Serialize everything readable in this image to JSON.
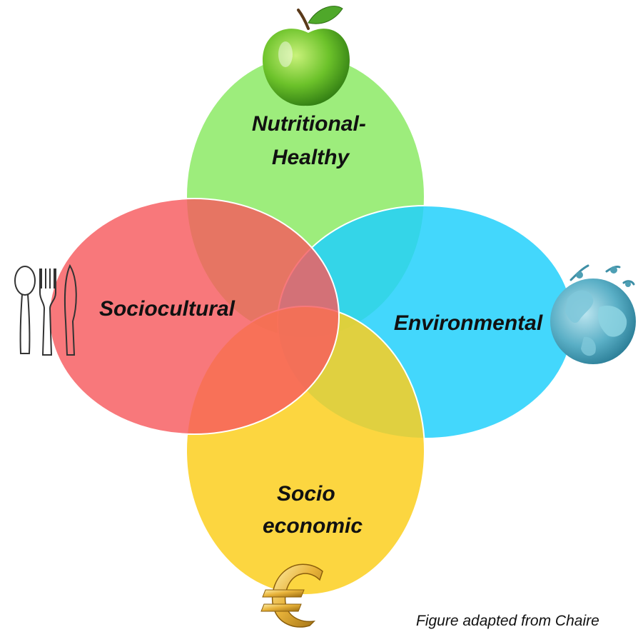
{
  "domains": {
    "nutritional": {
      "line1": "Nutritional-",
      "line2": "Healthy",
      "color": "#8FEA6A",
      "icon": "apple-icon"
    },
    "sociocultural": {
      "label": "Sociocultural",
      "color": "#F65A5E",
      "icon": "cutlery-icon"
    },
    "environmental": {
      "label": "Environmental",
      "color": "#22D0FC",
      "icon": "globe-icon"
    },
    "socioeconomic": {
      "line1": "Socio",
      "line2": "economic",
      "color": "#FBCF1F",
      "icon": "euro-icon"
    }
  },
  "caption": "Figure adapted from Chaire"
}
